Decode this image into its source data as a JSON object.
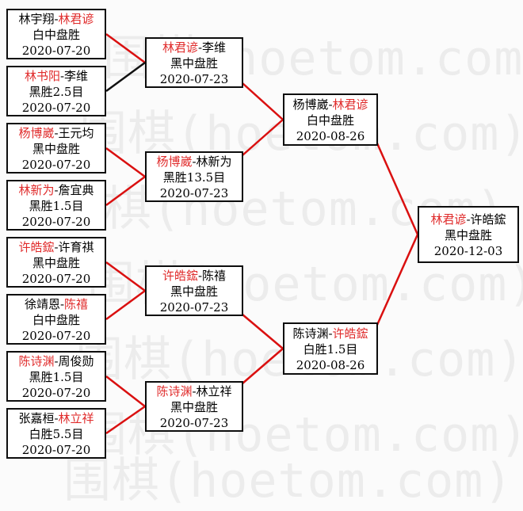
{
  "sep": "-",
  "watermark": {
    "text": "围棋(hoetom.com)",
    "color": "#ececec"
  },
  "colors": {
    "background": "#fbfbfb",
    "box_border": "#0d0d0d",
    "winner_name_red": "#e02b2b",
    "line_red": "#da1010",
    "line_black": "#111111"
  },
  "bracket": {
    "round1": [
      {
        "p1": "林宇翔",
        "p2": "林君谚",
        "red_player": 2,
        "result": "白中盘胜",
        "date": "2020-07-20"
      },
      {
        "p1": "林书阳",
        "p2": "李维",
        "red_player": 1,
        "result": "黑胜2.5目",
        "date": "2020-07-20"
      },
      {
        "p1": "杨博崴",
        "p2": "王元均",
        "red_player": 1,
        "result": "黑中盘胜",
        "date": "2020-07-20"
      },
      {
        "p1": "林新为",
        "p2": "詹宜典",
        "red_player": 1,
        "result": "黑胜1.5目",
        "date": "2020-07-20"
      },
      {
        "p1": "许皓鋐",
        "p2": "许育祺",
        "red_player": 1,
        "result": "黑中盘胜",
        "date": "2020-07-20"
      },
      {
        "p1": "徐靖恩",
        "p2": "陈禧",
        "red_player": 2,
        "result": "白中盘胜",
        "date": "2020-07-20"
      },
      {
        "p1": "陈诗渊",
        "p2": "周俊勋",
        "red_player": 1,
        "result": "黑胜1.5目",
        "date": "2020-07-20"
      },
      {
        "p1": "张嘉桓",
        "p2": "林立祥",
        "red_player": 2,
        "result": "白胜5.5目",
        "date": "2020-07-20"
      }
    ],
    "round2": [
      {
        "p1": "林君谚",
        "p2": "李维",
        "red_player": 1,
        "result": "黑中盘胜",
        "date": "2020-07-23"
      },
      {
        "p1": "杨博崴",
        "p2": "林新为",
        "red_player": 1,
        "result": "黑胜13.5目",
        "date": "2020-07-23"
      },
      {
        "p1": "许皓鋐",
        "p2": "陈禧",
        "red_player": 1,
        "result": "黑中盘胜",
        "date": "2020-07-23"
      },
      {
        "p1": "陈诗渊",
        "p2": "林立祥",
        "red_player": 1,
        "result": "黑中盘胜",
        "date": "2020-07-23"
      }
    ],
    "semifinals": [
      {
        "p1": "杨博崴",
        "p2": "林君谚",
        "red_player": 2,
        "result": "白中盘胜",
        "date": "2020-08-26"
      },
      {
        "p1": "陈诗渊",
        "p2": "许皓鋐",
        "red_player": 2,
        "result": "白胜1.5目",
        "date": "2020-08-26"
      }
    ],
    "final": [
      {
        "p1": "林君谚",
        "p2": "许皓鋐",
        "red_player": 1,
        "result": "黑中盘胜",
        "date": "2020-12-03"
      }
    ],
    "connectors": [
      {
        "from": "round1-1",
        "to": "round2-1",
        "color": "red"
      },
      {
        "from": "round1-2",
        "to": "round2-1",
        "color": "black"
      },
      {
        "from": "round1-3",
        "to": "round2-2",
        "color": "red"
      },
      {
        "from": "round1-4",
        "to": "round2-2",
        "color": "red"
      },
      {
        "from": "round1-5",
        "to": "round2-3",
        "color": "red"
      },
      {
        "from": "round1-6",
        "to": "round2-3",
        "color": "red"
      },
      {
        "from": "round1-7",
        "to": "round2-4",
        "color": "red"
      },
      {
        "from": "round1-8",
        "to": "round2-4",
        "color": "red"
      },
      {
        "from": "round2-1",
        "to": "semifinal-1",
        "color": "red"
      },
      {
        "from": "round2-2",
        "to": "semifinal-1",
        "color": "red"
      },
      {
        "from": "round2-3",
        "to": "semifinal-2",
        "color": "red"
      },
      {
        "from": "round2-4",
        "to": "semifinal-2",
        "color": "red"
      },
      {
        "from": "semifinal-1",
        "to": "final",
        "color": "red"
      },
      {
        "from": "semifinal-2",
        "to": "final",
        "color": "red"
      }
    ]
  }
}
